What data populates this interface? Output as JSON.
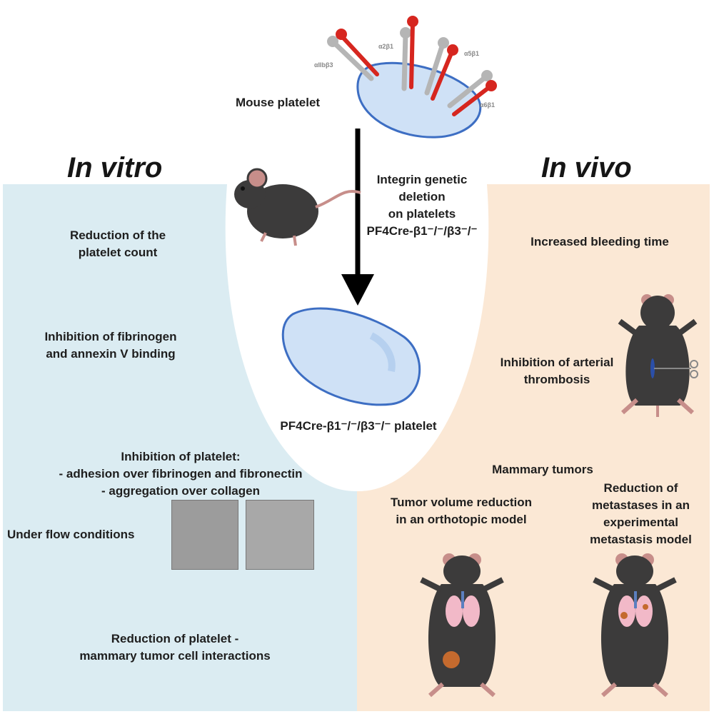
{
  "colors": {
    "in_vitro_bg": "#dbecf2",
    "in_vivo_bg": "#fbe8d5",
    "platelet_fill": "#cfe1f6",
    "platelet_stroke": "#3d6ec3",
    "integrin_red": "#d6261f",
    "integrin_gray": "#b5b5b5",
    "mouse_body": "#3c3b3b"
  },
  "top": {
    "mouse_platelet_label": "Mouse platelet",
    "integrin_labels": [
      "αIIbβ3",
      "α2β1",
      "α5β1",
      "α6β1"
    ],
    "arrow_label": "Integrin genetic\ndeletion\non platelets\nPF4Cre-β1⁻/⁻/β3⁻/⁻",
    "ko_platelet_label": "PF4Cre-β1⁻/⁻/β3⁻/⁻ platelet"
  },
  "in_vitro": {
    "title": "In vitro",
    "item1": "Reduction of the\nplatelet count",
    "item2": "Inhibition of fibrinogen\nand annexin V binding",
    "item3": "Inhibition of platelet:\n- adhesion over fibrinogen and fibronectin\n- aggregation over collagen",
    "flow_label": "Under flow conditions",
    "item5": "Reduction of platelet -\nmammary tumor cell interactions"
  },
  "in_vivo": {
    "title": "In vivo",
    "item1": "Increased bleeding time",
    "item2": "Inhibition of arterial\nthrombosis",
    "mammary_title": "Mammary tumors",
    "orthotopic": "Tumor volume reduction\nin an orthotopic model",
    "metastasis": "Reduction of\nmetastases in an\nexperimental\nmetastasis model"
  }
}
